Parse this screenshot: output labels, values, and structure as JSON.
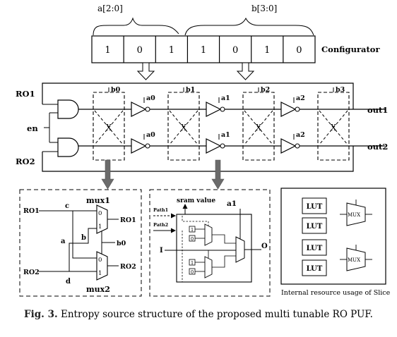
{
  "configurator": {
    "label": "Configurator",
    "group_a_label": "a[2:0]",
    "group_b_label": "b[3:0]",
    "bits": [
      "1",
      "0",
      "1",
      "1",
      "0",
      "1",
      "0"
    ]
  },
  "ring": {
    "ro1_label": "RO1",
    "ro2_label": "RO2",
    "enable_label": "en",
    "out1_label": "out1",
    "out2_label": "out2",
    "switch_labels": [
      "b0",
      "b1",
      "b2",
      "b3"
    ],
    "inverter_labels": [
      "a0",
      "a1",
      "a2"
    ]
  },
  "mux_detail": {
    "mux1_label": "mux1",
    "mux2_label": "mux2",
    "in_ro1": "RO1",
    "in_ro2": "RO2",
    "out_ro1": "RO1",
    "out_ro2": "RO2",
    "select_label": "b0",
    "wire_a": "a",
    "wire_b": "b",
    "wire_c": "c",
    "wire_d": "d",
    "pin_0": "0",
    "pin_1": "1"
  },
  "lut_detail": {
    "sram_label": "sram value",
    "a1_label": "a1",
    "path1_label": "Path1",
    "path2_label": "Path2",
    "input_label": "I",
    "output_label": "O",
    "pin_0": "0",
    "pin_1": "1"
  },
  "slice": {
    "lut_label": "LUT",
    "mux_label": "MUX",
    "caption": "Internal resource usage of Slice"
  },
  "caption": {
    "prefix": "Fig. 3.",
    "text": "Entropy source structure of the proposed multi tunable RO PUF."
  }
}
